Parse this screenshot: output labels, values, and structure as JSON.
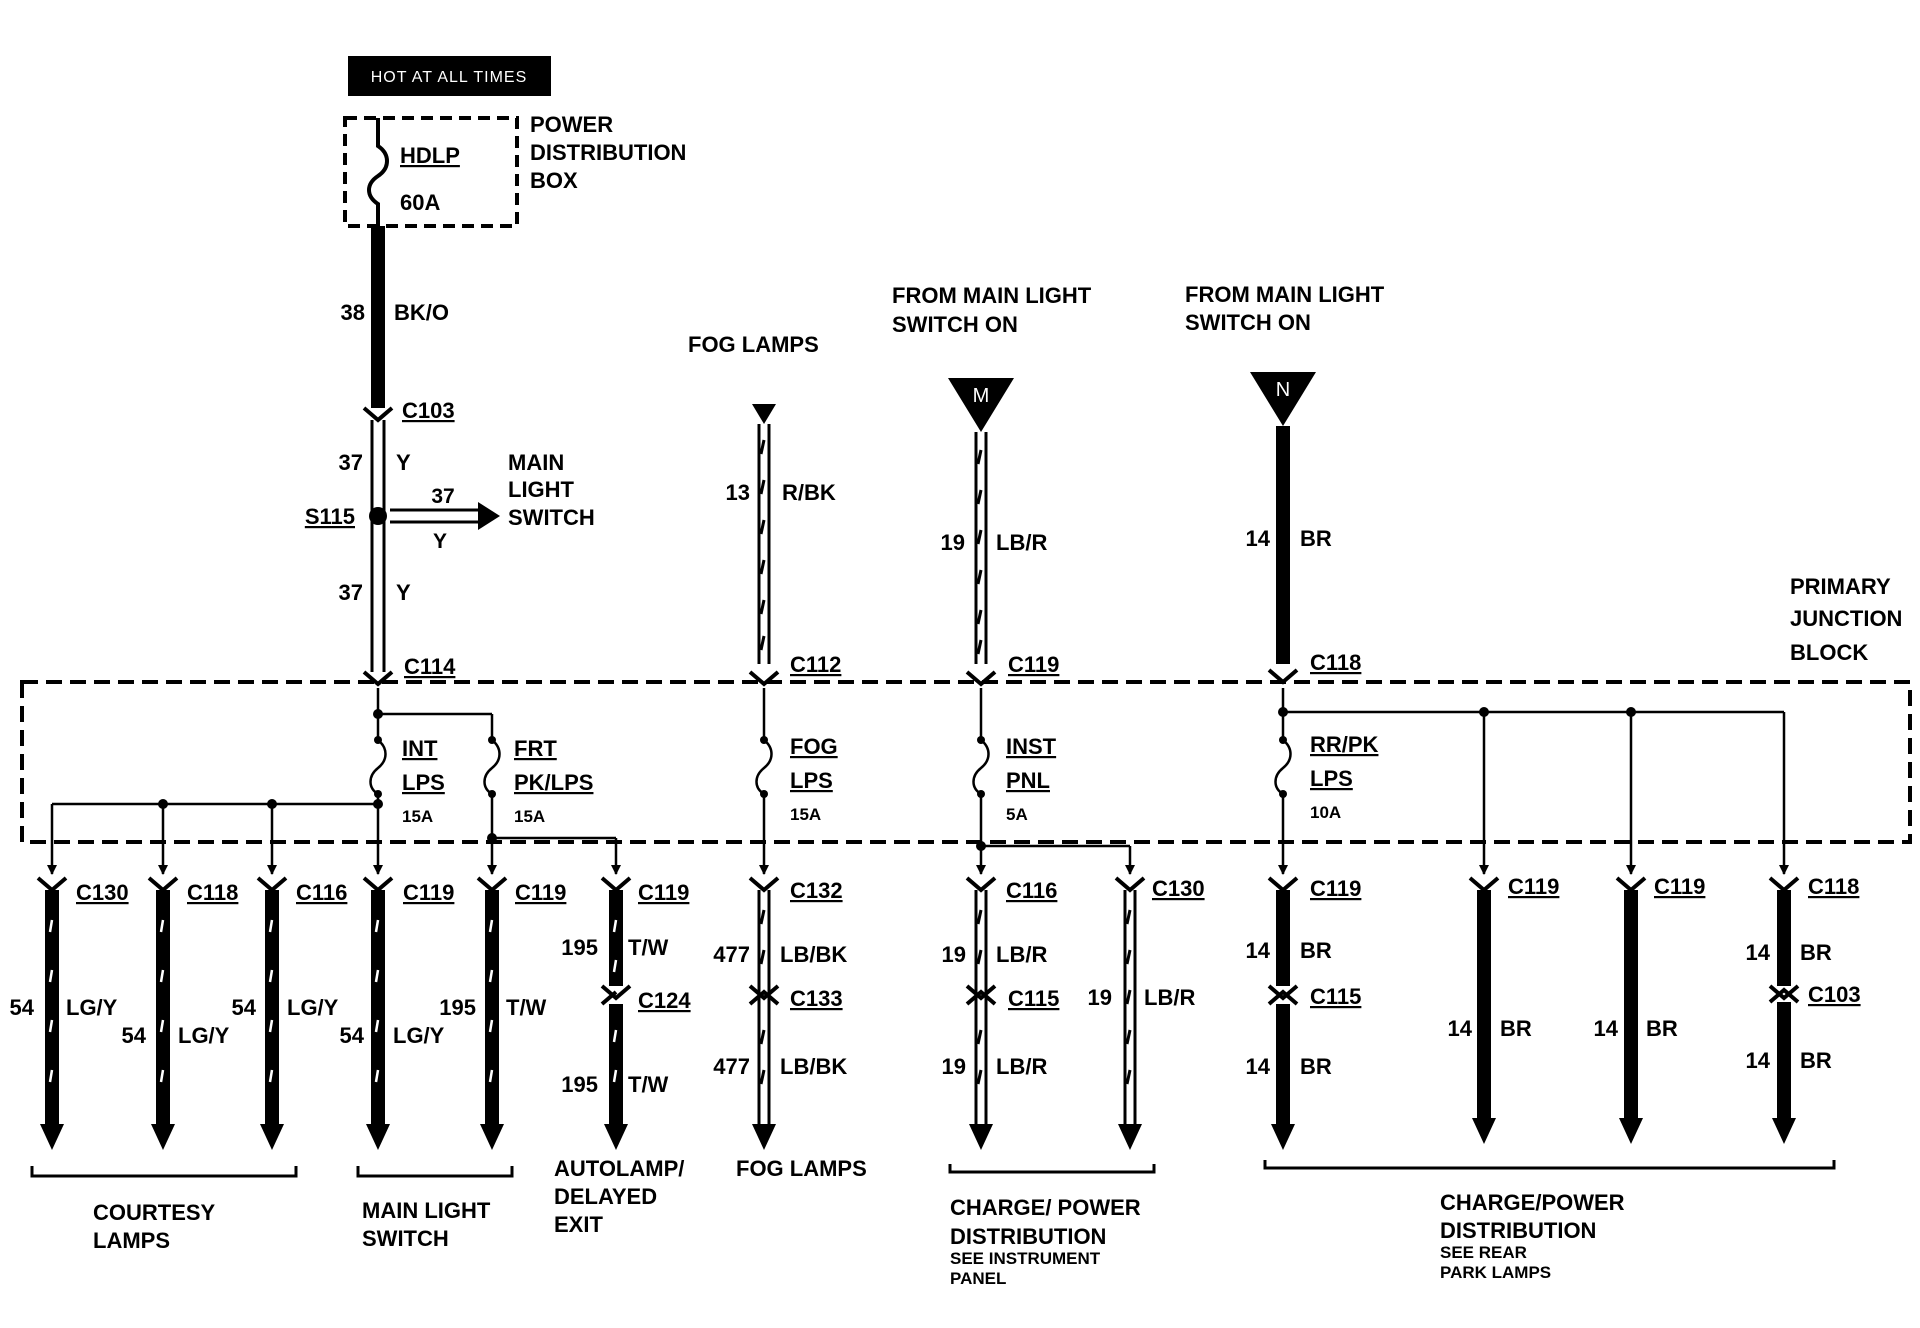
{
  "hot_label": "HOT AT ALL TIMES",
  "pdb": {
    "line1": "POWER",
    "line2": "DISTRIBUTION",
    "line3": "BOX",
    "fuse_name": "HDLP",
    "fuse_rating": "60A"
  },
  "main_feed": {
    "c38": "38",
    "w38": "BK/O",
    "c103": "C103",
    "c37a": "37",
    "y_a": "Y",
    "s115": "S115",
    "c37b": "37",
    "y_b": "Y",
    "c37c": "37",
    "y_c": "Y",
    "c114": "C114"
  },
  "main_light_switch": {
    "l1": "MAIN",
    "l2": "LIGHT",
    "l3": "SWITCH"
  },
  "fog_top": {
    "label": "FOG LAMPS",
    "circuit": "13",
    "wire": "R/BK",
    "conn": "C112"
  },
  "feed_m": {
    "l1": "FROM MAIN LIGHT",
    "l2": "SWITCH ON",
    "mark": "M",
    "circuit": "19",
    "wire": "LB/R",
    "conn": "C119"
  },
  "feed_n": {
    "l1": "FROM MAIN LIGHT",
    "l2": "SWITCH ON",
    "mark": "N",
    "circuit": "14",
    "wire": "BR",
    "conn": "C118"
  },
  "pjb": {
    "l1": "PRIMARY",
    "l2": "JUNCTION",
    "l3": "BLOCK"
  },
  "fuses": {
    "int": {
      "l1": "INT",
      "l2": "LPS",
      "rating": "15A"
    },
    "frt": {
      "l1": "FRT",
      "l2": "PK/LPS",
      "rating": "15A"
    },
    "fog": {
      "l1": "FOG",
      "l2": "LPS",
      "rating": "15A"
    },
    "inst": {
      "l1": "INST",
      "l2": "PNL",
      "rating": "5A"
    },
    "rr": {
      "l1": "RR/PK",
      "l2": "LPS",
      "rating": "10A"
    }
  },
  "outputs": {
    "o1": {
      "conn": "C130",
      "circuit": "54",
      "wire": "LG/Y"
    },
    "o2": {
      "conn": "C118",
      "circuit": "54",
      "wire": "LG/Y"
    },
    "o3": {
      "conn": "C116",
      "circuit": "54",
      "wire": "LG/Y"
    },
    "o4": {
      "conn": "C119",
      "circuit": "54",
      "wire": "LG/Y"
    },
    "o5": {
      "conn": "C119",
      "circuit": "195",
      "wire": "T/W"
    },
    "o6": {
      "conn": "C119",
      "circuit": "195",
      "wire": "T/W",
      "conn2": "C124",
      "circuit2": "195",
      "wire2": "T/W"
    },
    "o7": {
      "conn": "C132",
      "circuit": "477",
      "wire": "LB/BK",
      "conn2": "C133",
      "circuit2": "477",
      "wire2": "LB/BK"
    },
    "o8": {
      "conn": "C116",
      "circuit": "19",
      "wire": "LB/R",
      "conn2": "C115",
      "circuit2": "19",
      "wire2": "LB/R"
    },
    "o9": {
      "conn": "C130",
      "circuit": "19",
      "wire": "LB/R"
    },
    "o10": {
      "conn": "C119",
      "circuit": "14",
      "wire": "BR",
      "conn2": "C115",
      "circuit2": "14",
      "wire2": "BR"
    },
    "o11": {
      "conn": "C119",
      "circuit": "14",
      "wire": "BR"
    },
    "o12": {
      "conn": "C119",
      "circuit": "14",
      "wire": "BR"
    },
    "o13": {
      "conn": "C118",
      "circuit": "14",
      "wire": "BR",
      "conn2": "C103",
      "circuit2": "14",
      "wire2": "BR"
    }
  },
  "groups": {
    "courtesy": {
      "l1": "COURTESY",
      "l2": "LAMPS"
    },
    "mls": {
      "l1": "MAIN LIGHT",
      "l2": "SWITCH"
    },
    "autolamp": {
      "l1": "AUTOLAMP/",
      "l2": "DELAYED",
      "l3": "EXIT"
    },
    "foglamps": {
      "l1": "FOG LAMPS"
    },
    "charge1": {
      "l1": "CHARGE/ POWER",
      "l2": "DISTRIBUTION",
      "l3": "SEE INSTRUMENT",
      "l4": "PANEL"
    },
    "charge2": {
      "l1": "CHARGE/POWER",
      "l2": "DISTRIBUTION",
      "l3": "SEE REAR",
      "l4": "PARK LAMPS"
    }
  }
}
